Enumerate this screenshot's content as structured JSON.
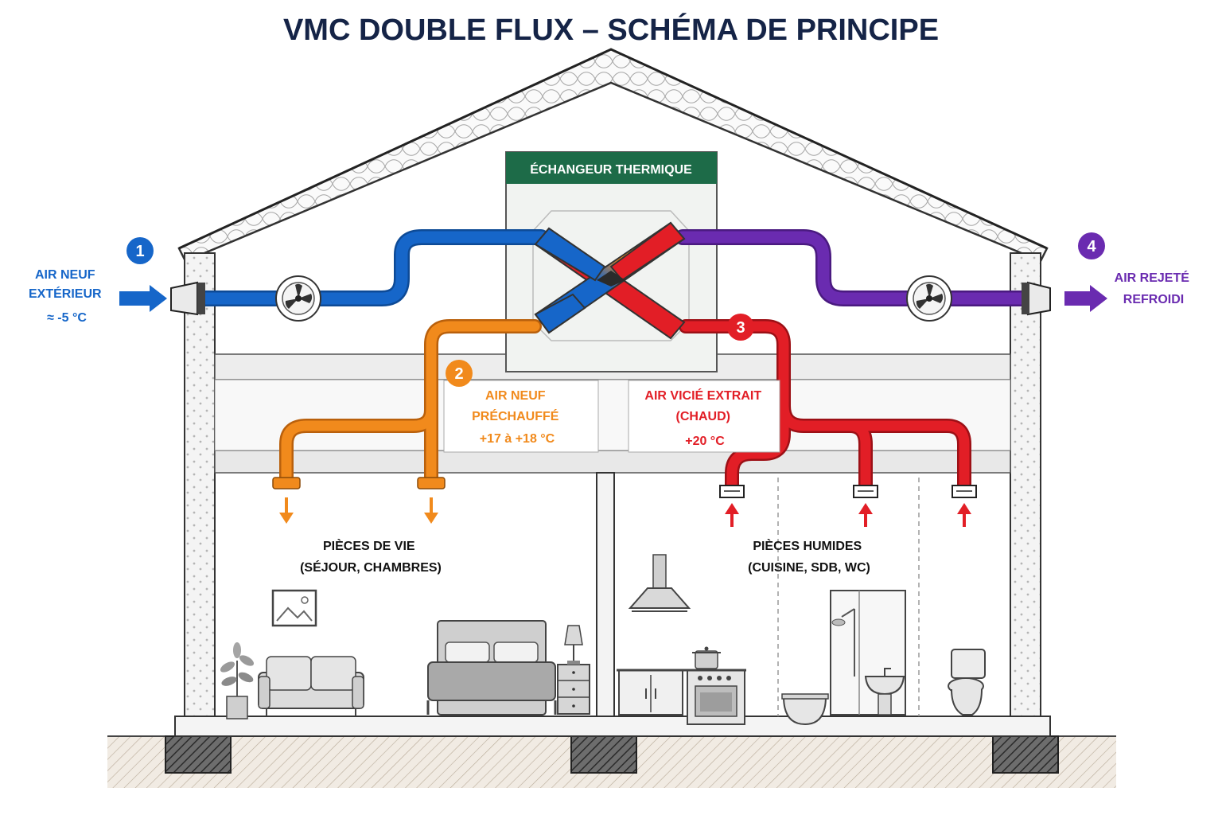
{
  "title": "VMC DOUBLE FLUX – SCHÉMA DE PRINCIPE",
  "exchanger": {
    "label": "ÉCHANGEUR THERMIQUE"
  },
  "steps": [
    {
      "number": "1",
      "lines": [
        "AIR NEUF",
        "EXTÉRIEUR",
        "≈ -5 °C"
      ],
      "color": "#1666c9"
    },
    {
      "number": "2",
      "lines": [
        "AIR NEUF",
        "PRÉCHAUFFÉ",
        "+17 à +18 °C"
      ],
      "color": "#f18a1c"
    },
    {
      "number": "3",
      "lines": [
        "AIR VICIÉ EXTRAIT",
        "(CHAUD)",
        "+20 °C"
      ],
      "color": "#e21e26"
    },
    {
      "number": "4",
      "lines": [
        "AIR REJETÉ",
        "REFROIDI"
      ],
      "color": "#6a2bb0"
    }
  ],
  "rooms": {
    "living": {
      "lines": [
        "PIÈCES DE VIE",
        "(SÉJOUR, CHAMBRES)"
      ]
    },
    "wet": {
      "lines": [
        "PIÈCES HUMIDES",
        "(CUISINE, SDB, WC)"
      ]
    }
  },
  "colors": {
    "title": "#152447",
    "cold": "#1666c9",
    "warm_supply": "#f18a1c",
    "extract": "#e21e26",
    "exhaust": "#6a2bb0",
    "exchanger_header": "#1d6b48",
    "structure": "#333333"
  }
}
